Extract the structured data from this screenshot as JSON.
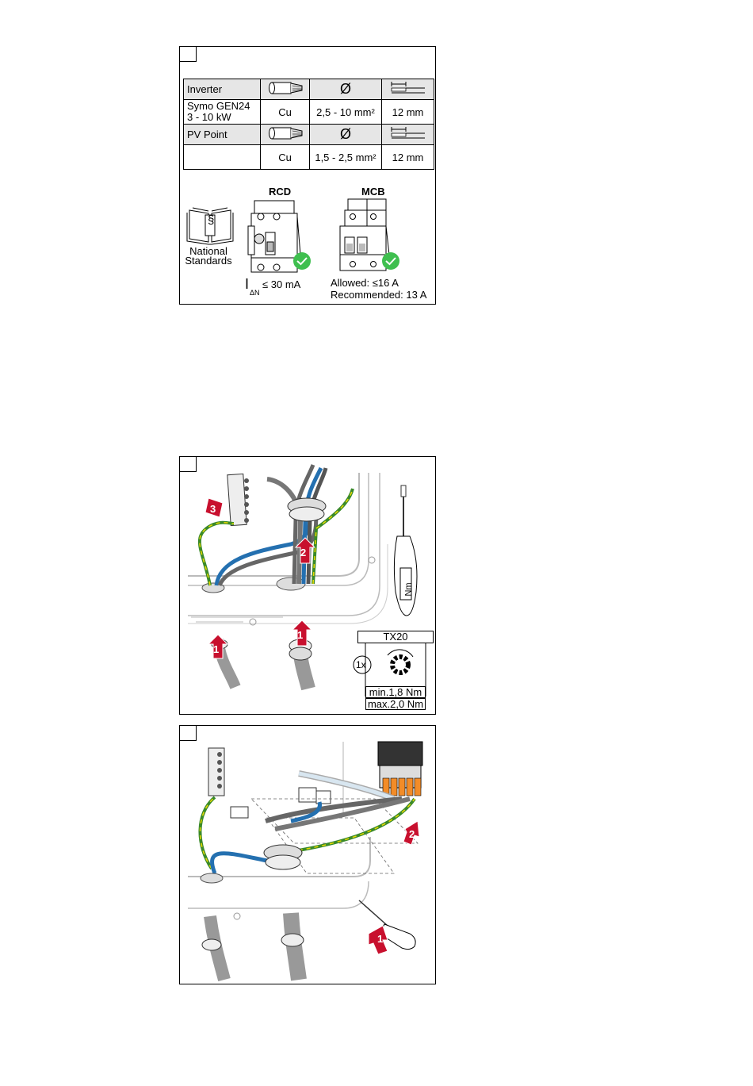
{
  "panel1": {
    "table": {
      "rows": [
        {
          "label": "Inverter",
          "material": "",
          "diameter_symbol": "Ø",
          "strip": "",
          "header": true
        },
        {
          "label": "Symo GEN24\n3 - 10 kW",
          "material": "Cu",
          "diameter_symbol": "2,5 - 10 mm²",
          "strip": "12 mm",
          "header": false
        },
        {
          "label": "PV Point",
          "material": "",
          "diameter_symbol": "Ø",
          "strip": "",
          "header": true
        },
        {
          "label": "",
          "material": "Cu",
          "diameter_symbol": "1,5 - 2,5 mm²",
          "strip": "12 mm",
          "header": false
        }
      ]
    },
    "rcd_title": "RCD",
    "mcb_title": "MCB",
    "standards_line1": "National",
    "standards_line2": "Standards",
    "section_symbol": "§",
    "rcd_i": "I",
    "rcd_sub": "ΔN",
    "rcd_value": "≤ 30 mA",
    "mcb_allowed": "Allowed: ≤16 A",
    "mcb_recommended": "Recommended: 13 A",
    "check_color": "#3fbf4f"
  },
  "panel2": {
    "step1a": "1",
    "step1b": "1",
    "step2": "2",
    "step3": "3",
    "bit_label": "TX20",
    "count_label": "1x",
    "nm_label": "Nm",
    "torque_min": "min.1,8 Nm",
    "torque_max": "max.2,0 Nm",
    "arrow_color": "#c8102e"
  },
  "panel3": {
    "step1": "1",
    "step2": "2",
    "terminal_color": "#f28c28"
  }
}
